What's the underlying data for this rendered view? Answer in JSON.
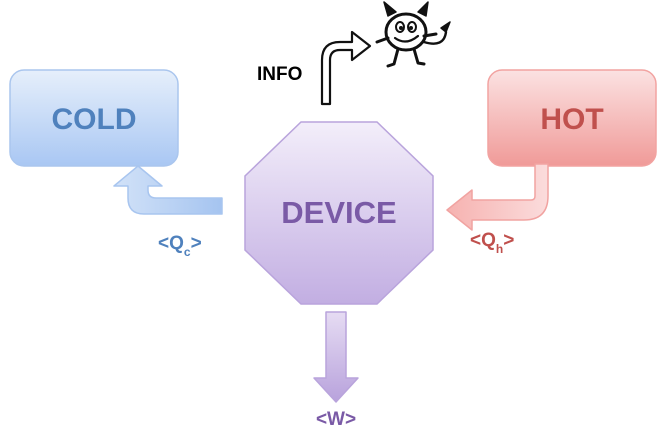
{
  "info_label": "INFO",
  "cold": {
    "label": "COLD",
    "color": "#4f81bd"
  },
  "hot": {
    "label": "HOT",
    "color": "#c0504d"
  },
  "device": {
    "label": "DEVICE",
    "color": "#7a5aa6"
  },
  "heat_cold": {
    "base": "<Q",
    "sub": "c",
    "close": ">"
  },
  "heat_hot": {
    "base": "<Q",
    "sub": "h",
    "close": ">"
  },
  "work": {
    "label": "<W>"
  },
  "icons": {
    "demon": "demon-icon"
  }
}
